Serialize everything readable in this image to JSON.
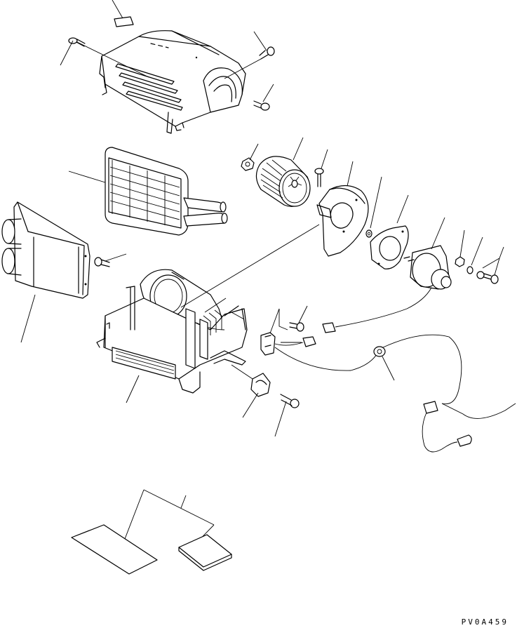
{
  "drawing": {
    "code": "PV0A459",
    "colors": {
      "line": "#000000",
      "background": "#ffffff"
    }
  },
  "parts": [
    "label",
    "upper-cover",
    "cover-screw-left",
    "cover-screw-right-top",
    "cover-screw-right-bottom",
    "heater-core",
    "air-outlet-duct",
    "duct-screw",
    "nut",
    "blower-fan",
    "fan-bolt",
    "fan-housing-plate",
    "washer",
    "gasket",
    "blower-motor",
    "motor-nut",
    "motor-washer",
    "motor-bolt-set",
    "heater-case",
    "resistor",
    "resistor-screw",
    "connector-pair",
    "grommet",
    "wire-harness",
    "case-clamp",
    "clamp-bolt",
    "manual-sheets"
  ]
}
